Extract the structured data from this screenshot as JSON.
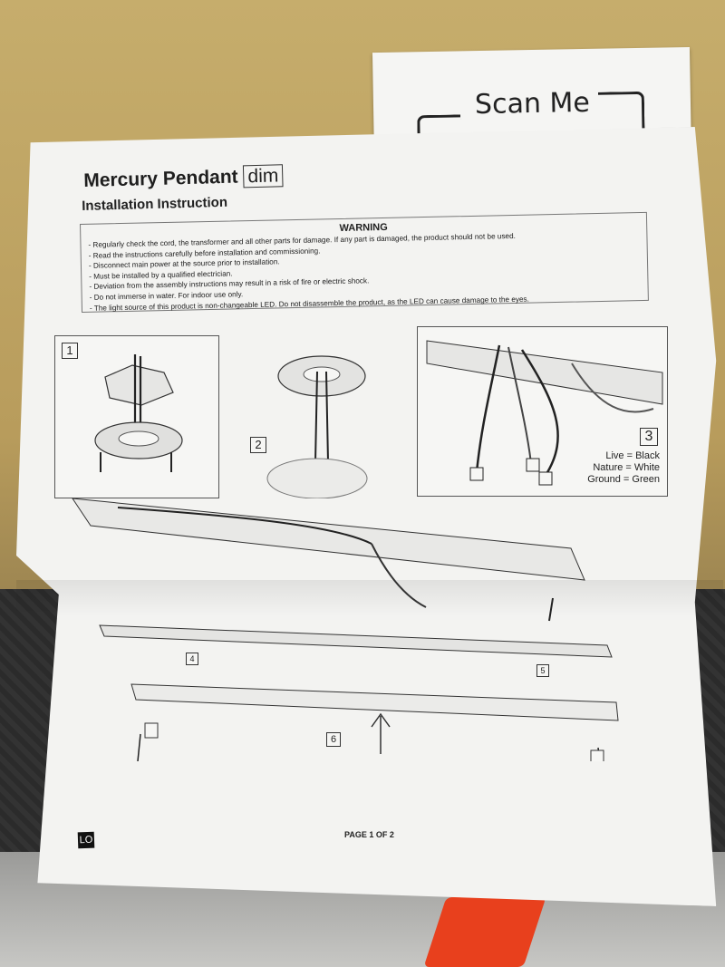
{
  "scan_card": {
    "label": "Scan Me"
  },
  "document": {
    "title": "Mercury Pendant",
    "title_suffix": "dim",
    "subtitle": "Installation Instruction",
    "warning": {
      "heading": "WARNING",
      "lines": [
        "- Regularly check the cord, the transformer and all other parts for damage. If any part is damaged, the product should not be used.",
        "- Read the instructions carefully before installation and commissioning.",
        "- Disconnect main power at the source prior to installation.",
        "- Must be installed by a qualified electrician.",
        "- Deviation from the assembly instructions may result in a risk of fire or electric shock.",
        "- Do not immerse in water. For indoor use only.",
        "- The light source of this product is non-changeable LED. Do not disassemble the product, as the LED can cause damage to the eyes."
      ]
    },
    "steps": [
      "1",
      "2",
      "3",
      "4",
      "5",
      "6"
    ],
    "wiring_legend": {
      "live": "Live = Black",
      "nature": "Nature = White",
      "ground": "Ground = Green"
    },
    "logo": "LO",
    "page_number": "PAGE 1 OF 2"
  }
}
